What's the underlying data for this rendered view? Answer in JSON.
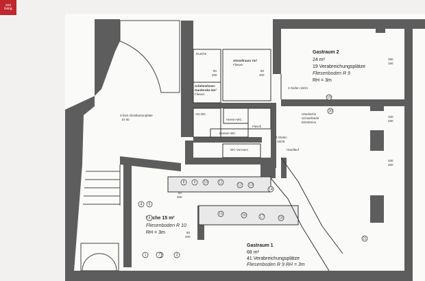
{
  "logo": {
    "line1": "ooo",
    "line2": "living"
  },
  "rooms": {
    "gastraum2": {
      "title": "Gastraum 2",
      "area": "24 m²",
      "seats": "19 Verabreichungsplätze",
      "floor": "Fliesenboden R 9",
      "height": "RH = 3m"
    },
    "kueche": {
      "title": "Küche 15 m²",
      "floor": "Fliesenboden R 10",
      "height": "RH = 3m"
    },
    "gastraum1": {
      "title": "Gastraum 1",
      "area": "68 m²",
      "seats": "41 Verabreichungsplätze",
      "floor": "Fliesenboden R 9  RH = 3m"
    },
    "abstellraum": {
      "title": "Abstellraum 7m²",
      "floor": "Fliesen"
    },
    "garderobe": {
      "title": "Arbeitnehmer-",
      "title2": "Garderobe 5m²",
      "floor": "Fliesen"
    },
    "dusche": "Dusche",
    "awc": "AN-WC",
    "herrenwc": "Herren-WC",
    "damenwc": "Damen-WC",
    "wcvorraum": "WC-Vorraum",
    "flesch": "Flesch"
  },
  "notes": {
    "glasstep": "3-fach Glüstkartonplatte",
    "ei": "EI 90",
    "stufen1": "3 Stufen 16/21",
    "stufen2": "4 Stufen",
    "stufen2b": "18/26",
    "schwelle": "Händische",
    "schwelle2": "Schwellstufe",
    "schwelle3": "60/200mm",
    "handlauf": "Handlauf"
  },
  "doors": {
    "d1": "80",
    "d1b": "200",
    "d2": "80",
    "d2b": "200",
    "d3": "80",
    "d3b": "200",
    "d4": "80",
    "d4b": "200",
    "w1": "380",
    "w1b": "150",
    "w2": "100",
    "w2b": "280",
    "w3": "100",
    "w3b": "250"
  },
  "markers": [
    "1",
    "2",
    "3",
    "4",
    "5",
    "6",
    "7",
    "8",
    "9",
    "10",
    "11",
    "12",
    "13",
    "14",
    "15",
    "16",
    "17",
    "18",
    "19",
    "20",
    "21"
  ]
}
